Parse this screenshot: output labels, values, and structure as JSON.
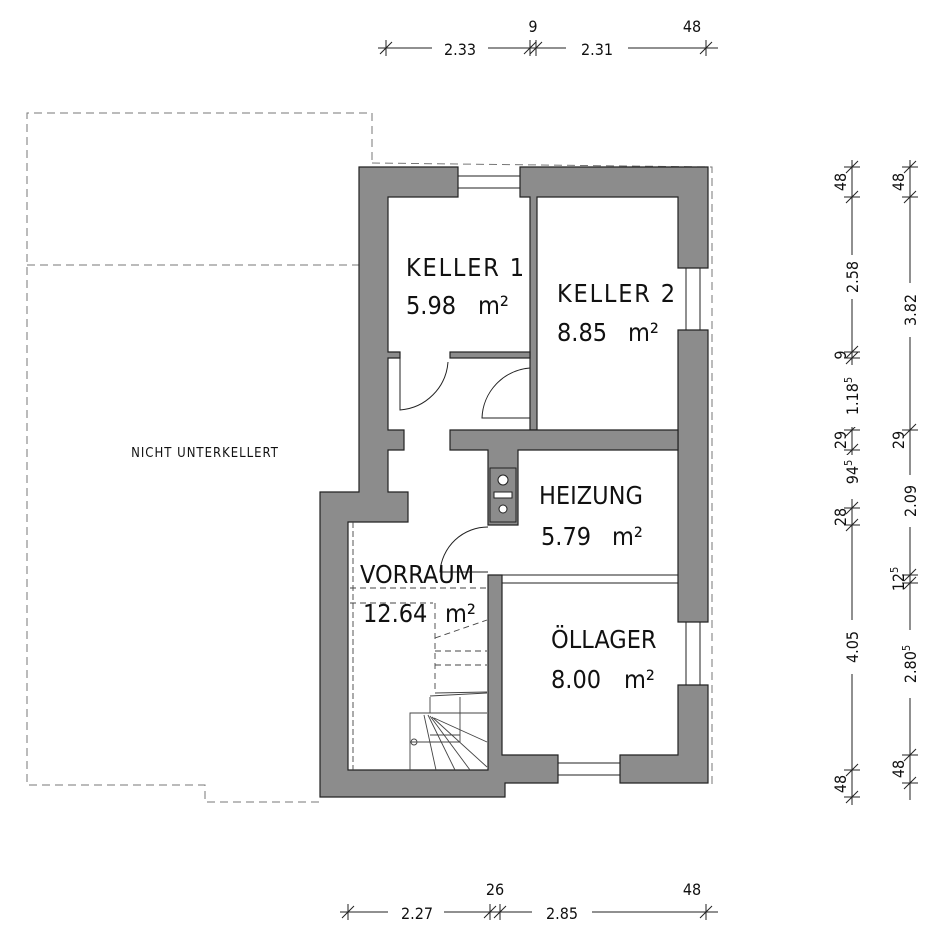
{
  "rooms": {
    "keller1": {
      "name": "KELLER 1",
      "area": "5.98",
      "unit": "m²"
    },
    "keller2": {
      "name": "KELLER 2",
      "area": "8.85",
      "unit": "m²"
    },
    "heizung": {
      "name": "HEIZUNG",
      "area": "5.79",
      "unit": "m²"
    },
    "vorraum": {
      "name": "VORRAUM",
      "area": "12.64",
      "unit": "m²"
    },
    "oellager": {
      "name": "ÖLLAGER",
      "area": "8.00",
      "unit": "m²"
    }
  },
  "annex_label": "NICHT UNTERKELLERT",
  "dims_top": [
    "2.33",
    "9",
    "2.31",
    "48"
  ],
  "dims_bottom": [
    "2.27",
    "26",
    "2.85",
    "48"
  ],
  "dims_right_inner": [
    {
      "v": "48"
    },
    {
      "v": "2.58"
    },
    {
      "v": "9"
    },
    {
      "v": "1.18",
      "s": "5"
    },
    {
      "v": "29"
    },
    {
      "v": "94",
      "s": "5"
    },
    {
      "v": "28"
    },
    {
      "v": "4.05"
    },
    {
      "v": "48"
    }
  ],
  "dims_right_outer": [
    {
      "v": "48"
    },
    {
      "v": "3.82"
    },
    {
      "v": "29"
    },
    {
      "v": "2.09"
    },
    {
      "v": "12",
      "s": "5"
    },
    {
      "v": "2.80",
      "s": "5"
    },
    {
      "v": "48"
    }
  ]
}
